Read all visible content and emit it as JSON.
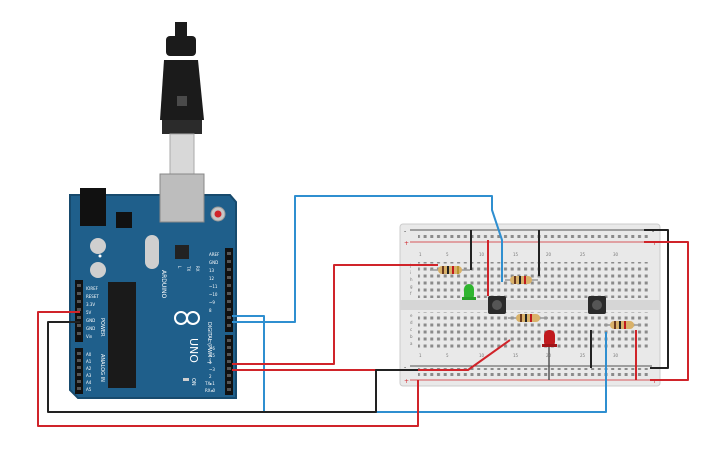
{
  "arduino": {
    "brand": "ARDUINO",
    "model": "UNO",
    "digital_label": "DIGITAL (PWM~)",
    "power_label": "POWER",
    "analog_label": "ANALOG IN",
    "on_label": "ON",
    "tx_label": "TX",
    "rx_label": "RX",
    "l_label": "L",
    "power_pins": [
      "IOREF",
      "RESET",
      "3.3V",
      "5V",
      "GND",
      "GND",
      "Vin"
    ],
    "analog_pins": [
      "A0",
      "A1",
      "A2",
      "A3",
      "A4",
      "A5"
    ],
    "digital_pins": [
      "AREF",
      "GND",
      "13",
      "12",
      "~11",
      "~10",
      "~9",
      "8",
      "7",
      "~6",
      "~5",
      "4",
      "~3",
      "2",
      "TX▸1",
      "RX◂0"
    ]
  },
  "breadboard": {
    "rail_top_left": "-",
    "rail_top_left2": "+",
    "rail_top_right": "-",
    "rail_top_right2": "+",
    "rail_bottom_left": "-",
    "rail_bottom_left2": "+",
    "rail_bottom_right": "-",
    "rail_bottom_right2": "+",
    "rows_top": [
      "j",
      "i",
      "h",
      "g",
      "f"
    ],
    "rows_bottom": [
      "e",
      "d",
      "c",
      "b",
      "a"
    ],
    "columns": [
      "1",
      "5",
      "10",
      "15",
      "20",
      "25",
      "30"
    ]
  },
  "colors": {
    "board": "#1f5f8b",
    "board_edge": "#174a6d",
    "wire_red": "#d0242a",
    "wire_blue": "#2f8fd0",
    "wire_black": "#222222",
    "breadboard": "#e9e9e9",
    "led_green": "#2fb52f",
    "led_red": "#c0191d",
    "usb_cable": "#1b1b1b"
  }
}
